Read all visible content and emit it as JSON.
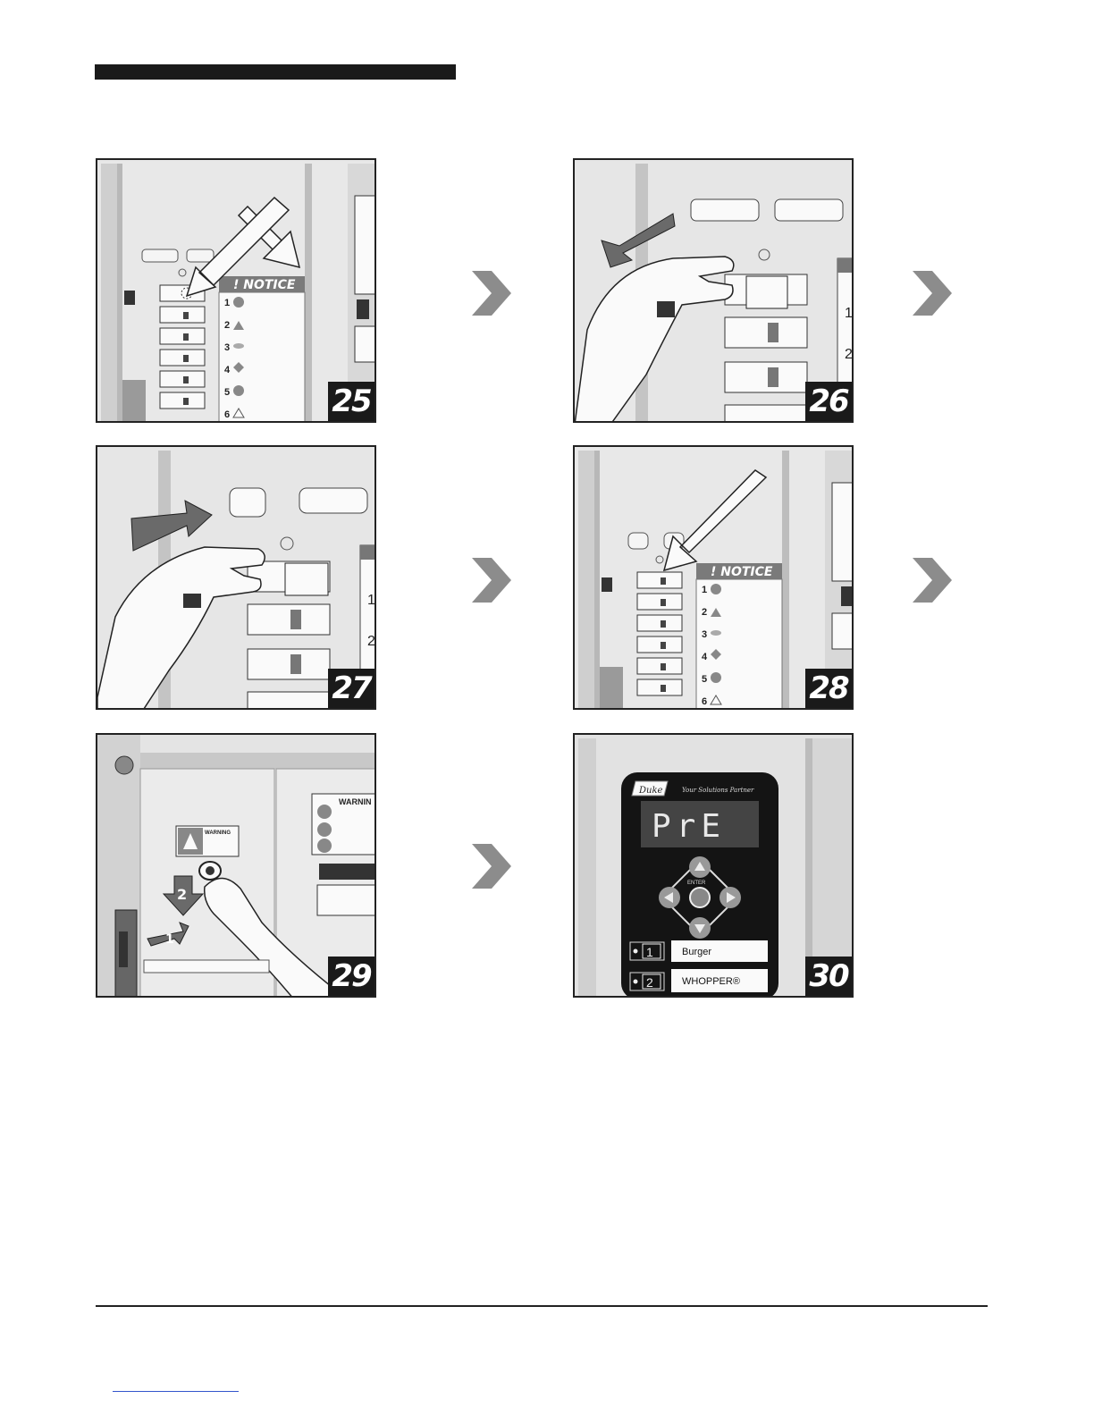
{
  "steps": [
    {
      "number": "25"
    },
    {
      "number": "26"
    },
    {
      "number": "27"
    },
    {
      "number": "28"
    },
    {
      "number": "29"
    },
    {
      "number": "30"
    }
  ],
  "notice_label": "! NOTICE",
  "breaker_list": [
    "1",
    "2",
    "3",
    "4",
    "5",
    "6"
  ],
  "warning_label": "WARNING",
  "warning_label_cut": "WARNIN",
  "arrow_step_1": "1",
  "arrow_step_2": "2",
  "controller": {
    "tagline": "Your Solutions Partner",
    "display": "PrE",
    "enter_label": "ENTER",
    "presets": [
      {
        "key": "1",
        "label": "Burger"
      },
      {
        "key": "2",
        "label": "WHOPPER®"
      }
    ]
  }
}
